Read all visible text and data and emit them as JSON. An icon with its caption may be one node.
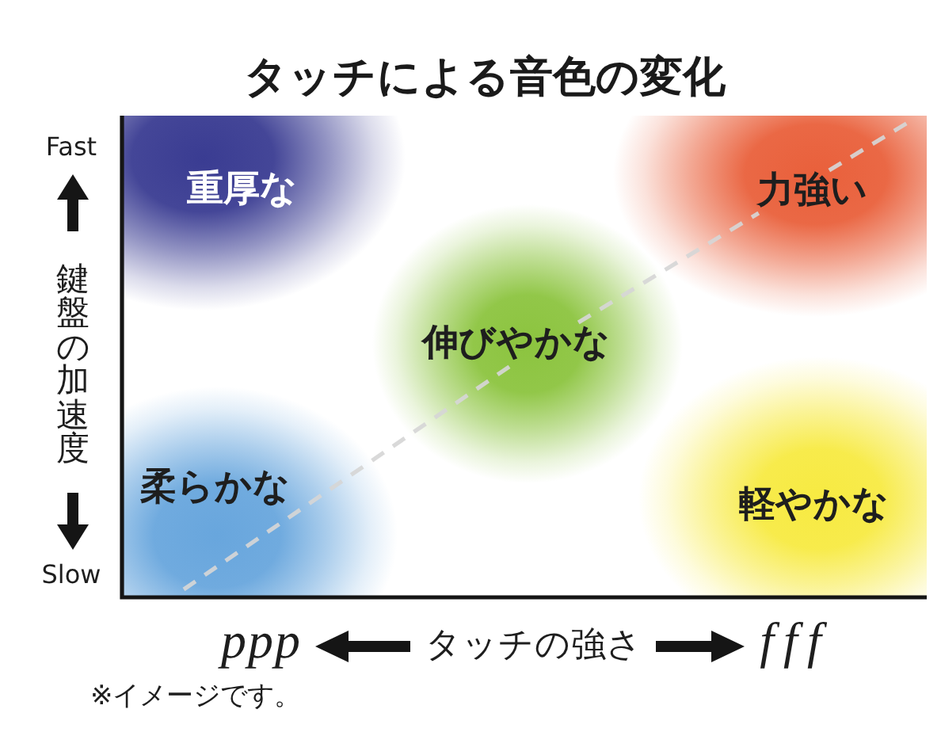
{
  "diagram": {
    "title": "タッチによる音色の変化",
    "nodes": [
      {
        "text": [
          "重厚な"
        ]
      },
      {
        "text": [
          "力強い"
        ]
      },
      {
        "text": [
          "伸びやかな"
        ]
      },
      {
        "text": [
          "柔らかな"
        ]
      },
      {
        "text": [
          "軽やかな"
        ]
      }
    ],
    "edges": [
      {
        "from": 3,
        "to": 2,
        "arrow": "none",
        "style": "dashed"
      },
      {
        "from": 2,
        "to": 1,
        "arrow": "none",
        "style": "dashed"
      }
    ],
    "labels": [
      "Fast",
      "鍵盤の加速度",
      "Slow",
      "ppp",
      "タッチの強さ",
      "fff",
      "※イメージです。"
    ]
  }
}
